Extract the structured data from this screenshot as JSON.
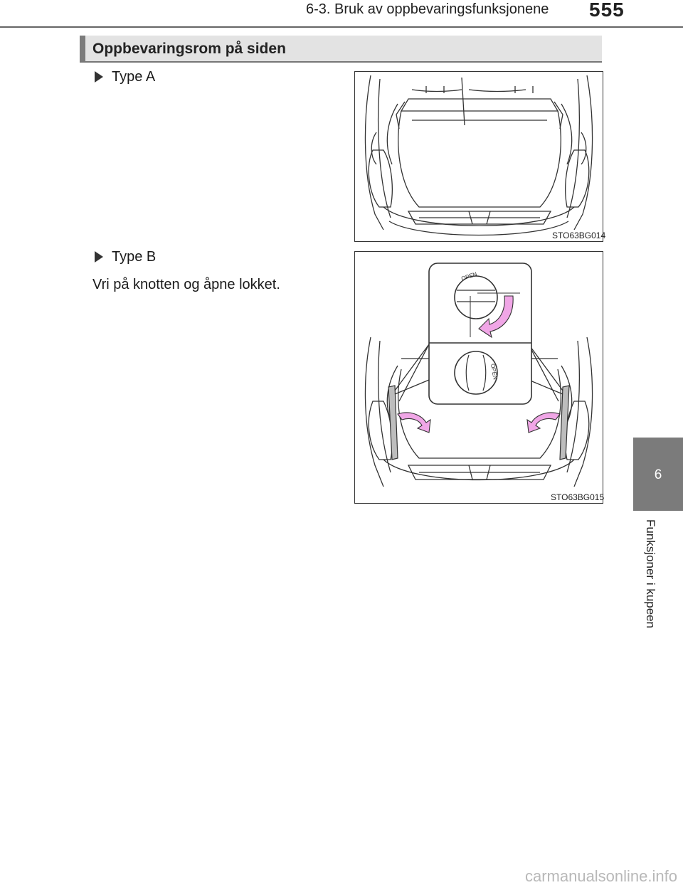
{
  "header": {
    "section": "6-3. Bruk av oppbevaringsfunksjonene",
    "page_number": "555"
  },
  "section": {
    "title": "Oppbevaringsrom på siden"
  },
  "type_a": {
    "label": "Type A",
    "figure_code": "STO63BG014"
  },
  "type_b": {
    "label": "Type B",
    "instruction": "Vri på knotten og åpne lokket.",
    "figure_code": "STO63BG015",
    "knob_text": "OPEN"
  },
  "side_tab": {
    "number": "6",
    "label": "Funksjoner i kupeen"
  },
  "watermark": "carmanualsonline.info",
  "colors": {
    "tab_gray": "#7b7b7b",
    "bar_gray": "#e3e3e3",
    "arrow_pink": "#f0a6e6"
  }
}
